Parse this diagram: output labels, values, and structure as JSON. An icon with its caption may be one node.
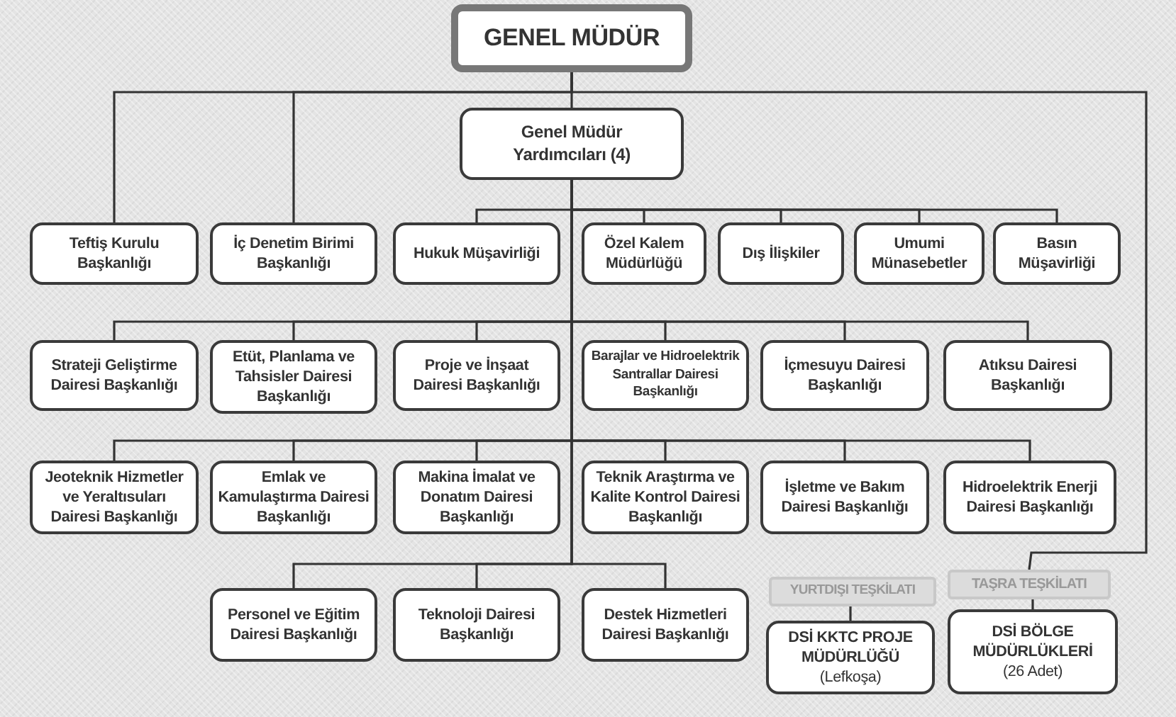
{
  "diagram": {
    "nodes": [
      {
        "text": [
          "GENEL MÜDÜR"
        ]
      },
      {
        "text": [
          "Genel Müdür Yardımcıları (4)"
        ]
      },
      {
        "text": [
          "Teftiş Kurulu Başkanlığı"
        ]
      },
      {
        "text": [
          "İç Denetim Birimi Başkanlığı"
        ]
      },
      {
        "text": [
          "Hukuk Müşavirliği"
        ]
      },
      {
        "text": [
          "Özel Kalem Müdürlüğü"
        ]
      },
      {
        "text": [
          "Dış İlişkiler"
        ]
      },
      {
        "text": [
          "Umumi Münasebetler"
        ]
      },
      {
        "text": [
          "Basın Müşavirliği"
        ]
      },
      {
        "text": [
          "Strateji Geliştirme Dairesi Başkanlığı"
        ]
      },
      {
        "text": [
          "Etüt, Planlama ve Tahsisler Dairesi Başkanlığı"
        ]
      },
      {
        "text": [
          "Proje ve İnşaat Dairesi Başkanlığı"
        ]
      },
      {
        "text": [
          "Barajlar ve Hidroelektrik Santrallar Dairesi Başkanlığı"
        ]
      },
      {
        "text": [
          "İçmesuyu Dairesi Başkanlığı"
        ]
      },
      {
        "text": [
          "Atıksu Dairesi Başkanlığı"
        ]
      },
      {
        "text": [
          "Jeoteknik Hizmetler ve Yeraltısuları Dairesi Başkanlığı"
        ]
      },
      {
        "text": [
          "Emlak ve Kamulaştırma Dairesi Başkanlığı"
        ]
      },
      {
        "text": [
          "Makina İmalat ve Donatım Dairesi Başkanlığı"
        ]
      },
      {
        "text": [
          "Teknik Araştırma ve Kalite Kontrol Dairesi Başkanlığı"
        ]
      },
      {
        "text": [
          "İşletme ve Bakım Dairesi Başkanlığı"
        ]
      },
      {
        "text": [
          "Hidroelektrik Enerji Dairesi Başkanlığı"
        ]
      },
      {
        "text": [
          "Personel ve Eğitim Dairesi Başkanlığı"
        ]
      },
      {
        "text": [
          "Teknoloji Dairesi Başkanlığı"
        ]
      },
      {
        "text": [
          "Destek Hizmetleri Dairesi Başkanlığı"
        ]
      },
      {
        "text": [
          "YURTDIŞI TEŞKİLATI"
        ]
      },
      {
        "text": [
          "TAŞRA TEŞKİLATI"
        ]
      },
      {
        "text": [
          "DSİ KKTC PROJE MÜDÜRLÜĞÜ",
          "(Lefkoşa)"
        ]
      },
      {
        "text": [
          "DSİ BÖLGE MÜDÜRLÜKLERİ",
          "(26 Adet)"
        ]
      }
    ],
    "edges": [
      {
        "from": 0,
        "to": 1,
        "arrow": "none"
      },
      {
        "from": 0,
        "to": 2,
        "arrow": "none"
      },
      {
        "from": 0,
        "to": 3,
        "arrow": "none"
      },
      {
        "from": 0,
        "to": 25,
        "arrow": "none"
      },
      {
        "from": 1,
        "to": 4,
        "arrow": "none"
      },
      {
        "from": 1,
        "to": 5,
        "arrow": "none"
      },
      {
        "from": 1,
        "to": 6,
        "arrow": "none"
      },
      {
        "from": 1,
        "to": 7,
        "arrow": "none"
      },
      {
        "from": 1,
        "to": 8,
        "arrow": "none"
      },
      {
        "from": 1,
        "to": 9,
        "arrow": "none"
      },
      {
        "from": 1,
        "to": 10,
        "arrow": "none"
      },
      {
        "from": 1,
        "to": 11,
        "arrow": "none"
      },
      {
        "from": 1,
        "to": 12,
        "arrow": "none"
      },
      {
        "from": 1,
        "to": 13,
        "arrow": "none"
      },
      {
        "from": 1,
        "to": 14,
        "arrow": "none"
      },
      {
        "from": 1,
        "to": 15,
        "arrow": "none"
      },
      {
        "from": 1,
        "to": 16,
        "arrow": "none"
      },
      {
        "from": 1,
        "to": 17,
        "arrow": "none"
      },
      {
        "from": 1,
        "to": 18,
        "arrow": "none"
      },
      {
        "from": 1,
        "to": 19,
        "arrow": "none"
      },
      {
        "from": 1,
        "to": 20,
        "arrow": "none"
      },
      {
        "from": 1,
        "to": 21,
        "arrow": "none"
      },
      {
        "from": 1,
        "to": 22,
        "arrow": "none"
      },
      {
        "from": 1,
        "to": 23,
        "arrow": "none"
      },
      {
        "from": 24,
        "to": 26,
        "arrow": "none"
      },
      {
        "from": 25,
        "to": 27,
        "arrow": "none"
      }
    ]
  }
}
